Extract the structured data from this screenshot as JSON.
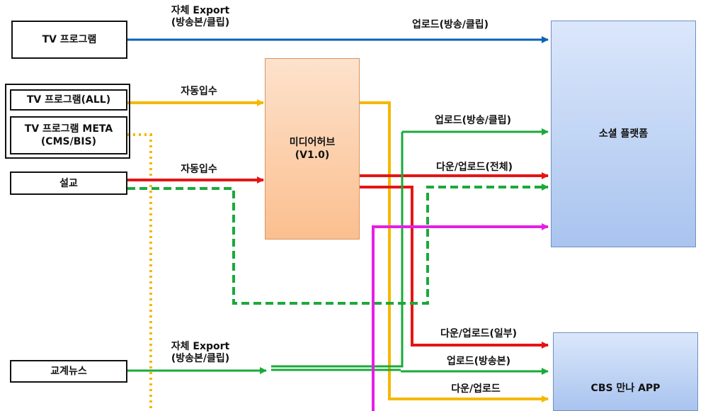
{
  "sources": {
    "tv_program": "TV 프로그램",
    "tv_program_all": "TV 프로그램(ALL)",
    "tv_program_meta": "TV 프로그램 META",
    "tv_program_meta_sub": "(CMS/BIS)",
    "sermon": "설교",
    "church_news": "교계뉴스"
  },
  "hub": {
    "title": "미디어허브",
    "version": "(V1.0)"
  },
  "targets": {
    "social_platform": "소셜 플랫폼",
    "cbs_app": "CBS 만나 APP"
  },
  "edge_labels": {
    "self_export_1_line1": "자체 Export",
    "self_export_1_line2": "(방송본/클립)",
    "upload_broadcast_clip_top": "업로드(방송/클립)",
    "auto_ingest_1": "자동입수",
    "upload_broadcast_clip_mid": "업로드(방송/클립)",
    "auto_ingest_2": "자동입수",
    "download_upload_all": "다운/업로드(전체)",
    "download_upload_partial": "다운/업로드(일부)",
    "self_export_2_line1": "자체 Export",
    "self_export_2_line2": "(방송본/클립)",
    "upload_broadcast": "업로드(방송본)",
    "download_upload": "다운/업로드"
  },
  "colors": {
    "blue": "#0a62b5",
    "yellow": "#f5b800",
    "green": "#1aaa3a",
    "red": "#e31515",
    "magenta": "#e61ee6"
  }
}
